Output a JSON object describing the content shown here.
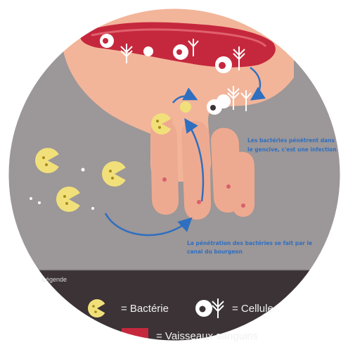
{
  "annotations": {
    "top": "Les bactéries pénètrent dans le gencive, c'est une infection",
    "bottom": "La pénétration des bactéries se fait par le canal du bourgeon"
  },
  "legend": {
    "title": "Légende",
    "bacteria": "= Bactérie",
    "cell": "= Cellule",
    "vessels": "= Vaisseaux sanguins"
  },
  "colors": {
    "background": "#9c9798",
    "skin": "#f2b59a",
    "vessel": "#c5283d",
    "bacteria": "#f1e07a",
    "legend_bar": "#3b3336",
    "arrow": "#2f6fc0"
  }
}
